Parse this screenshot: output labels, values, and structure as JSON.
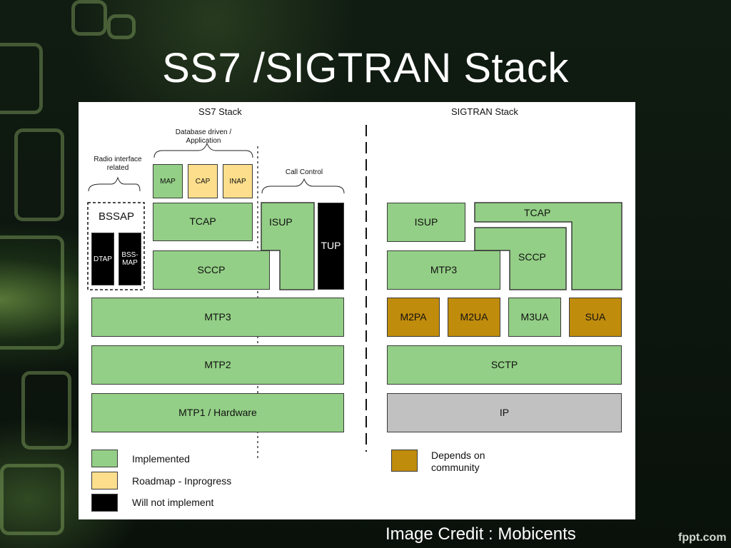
{
  "slide": {
    "title": "SS7 /SIGTRAN Stack",
    "credit": "Image Credit : Mobicents",
    "watermark": "fppt.com"
  },
  "diagram": {
    "ss7_heading": "SS7 Stack",
    "sigtran_heading": "SIGTRAN Stack",
    "brace_radio": "Radio interface related",
    "brace_database": "Database driven / Application",
    "brace_call_control": "Call Control",
    "ss7": {
      "bssap": "BSSAP",
      "dtap": "DTAP",
      "bss_map": "BSS-MAP",
      "map": "MAP",
      "cap": "CAP",
      "inap": "INAP",
      "tcap": "TCAP",
      "sccp": "SCCP",
      "isup": "ISUP",
      "tup": "TUP",
      "mtp3": "MTP3",
      "mtp2": "MTP2",
      "mtp1": "MTP1 / Hardware"
    },
    "sigtran": {
      "isup": "ISUP",
      "tcap": "TCAP",
      "sccp": "SCCP",
      "mtp3": "MTP3",
      "m2pa": "M2PA",
      "m2ua": "M2UA",
      "m3ua": "M3UA",
      "sua": "SUA",
      "sctp": "SCTP",
      "ip": "IP"
    },
    "legend": {
      "implemented": "Implemented",
      "roadmap": "Roadmap - Inprogress",
      "will_not": "Will not implement",
      "community": "Depends on community"
    },
    "colors": {
      "implemented": "#93cf86",
      "roadmap": "#fcde8c",
      "will_not": "#000000",
      "community": "#c08c0c",
      "ip": "#c1c1c1"
    }
  }
}
